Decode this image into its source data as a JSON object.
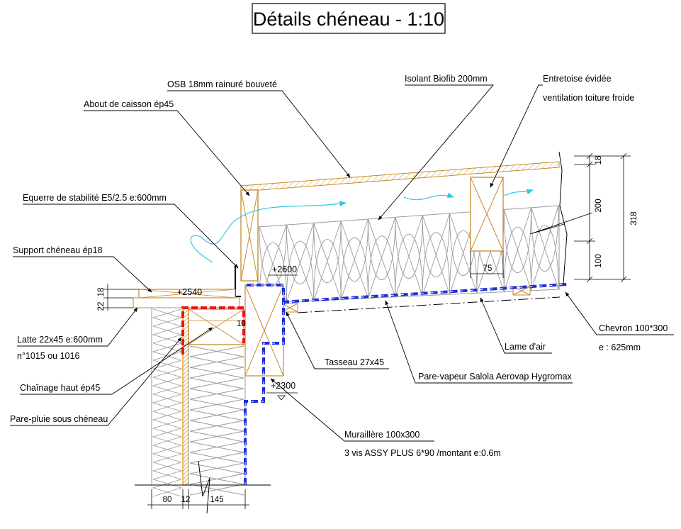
{
  "title": "Détails chéneau - 1:10",
  "labels": {
    "osb": "OSB 18mm rainuré bouveté",
    "about_caisson": "About de caisson ép45",
    "isolant": "Isolant Biofib 200mm",
    "entretoise_1": "Entretoise évidée",
    "entretoise_2": "ventilation toiture froide",
    "equerre": "Equerre de stabilité E5/2.5 e:600mm",
    "support_cheneau": "Support chéneau ép18",
    "latte_1": "Latte 22x45 e:600mm",
    "latte_2": "n°1015 ou 1016",
    "chainage": "Chaînage haut ép45",
    "pare_pluie": "Pare-pluie sous chéneau",
    "tasseau": "Tasseau 27x45",
    "pare_vapeur": "Pare-vapeur Salola Aerovap Hygromax",
    "lame_air": "Lame d'air",
    "chevron_1": "Chevron 100*300",
    "chevron_2": "e : 625mm",
    "muraillere_1": "Muraillère 100x300",
    "muraillere_2": "3 vis ASSY PLUS 6*90 /montant e:0.6m"
  },
  "levels": {
    "l2600": "+2600",
    "l2540": "+2540",
    "l2300": "+2300"
  },
  "dimensions": {
    "d18_top": "18",
    "d200": "200",
    "d318": "318",
    "d100": "100",
    "d75": "75",
    "d22": "22",
    "d18_left": "18",
    "d10": "10",
    "d80": "80",
    "d12": "12",
    "d145": "145"
  },
  "colors": {
    "wood": "#c8892e",
    "osb_hatch": "#e8a23a",
    "pare_pluie": "#f5a623",
    "red_membrane": "#e8141b",
    "blue_membrane": "#1f2fd6",
    "airflow": "#2ec7e8",
    "insulation": "#9a9a9a"
  }
}
